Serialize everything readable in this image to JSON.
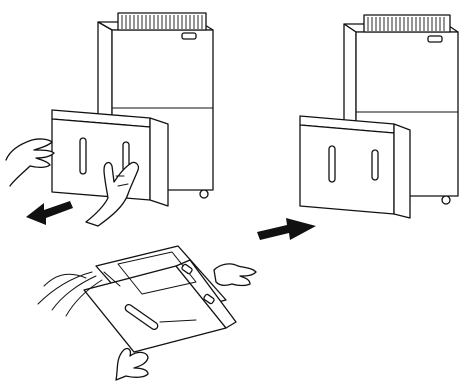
{
  "diagram": {
    "kind": "instruction-illustration",
    "steps": [
      {
        "id": "step-remove-tank",
        "arrow_direction": "left"
      },
      {
        "id": "step-insert-tank",
        "arrow_direction": "right"
      },
      {
        "id": "step-empty-tank",
        "arrow_direction": "none"
      }
    ],
    "colors": {
      "line": "#111111",
      "background": "#ffffff"
    }
  }
}
